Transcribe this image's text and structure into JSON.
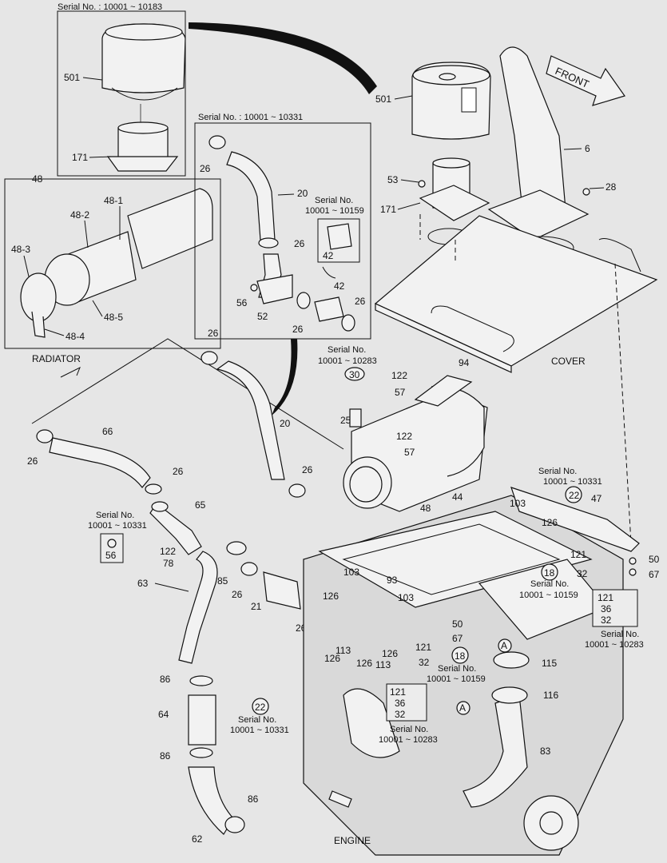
{
  "labels": {
    "serial_10183": "Serial No. : 10001 ~ 10183",
    "serial_10331_top": "Serial No. : 10001 ~ 10331",
    "serial_no": "Serial No.",
    "range_10159": "10001 ~ 10159",
    "range_10283": "10001 ~ 10283",
    "range_10331": "10001 ~ 10331",
    "front": "FRONT",
    "cover": "COVER",
    "radiator": "RADIATOR",
    "engine": "ENGINE"
  },
  "parts": {
    "p501": "501",
    "p171": "171",
    "p48": "48",
    "p48_1": "48-1",
    "p48_2": "48-2",
    "p48_3": "48-3",
    "p48_4": "48-4",
    "p48_5": "48-5",
    "p26": "26",
    "p20": "20",
    "p42": "42",
    "p52": "52",
    "p56": "56",
    "p53": "53",
    "p28": "28",
    "p6": "6",
    "p30": "30",
    "p122": "122",
    "p57": "57",
    "p94": "94",
    "p25": "25",
    "p44": "44",
    "p66": "66",
    "p65": "65",
    "p78": "78",
    "p63": "63",
    "p85": "85",
    "p21": "21",
    "p103": "103",
    "p93": "93",
    "p22": "22",
    "p47": "47",
    "p126": "126",
    "p121": "121",
    "p50": "50",
    "p67": "67",
    "p32": "32",
    "p36": "36",
    "p18": "18",
    "p113": "113",
    "p115": "115",
    "p116": "116",
    "p83": "83",
    "p86": "86",
    "p64": "64",
    "p62": "62",
    "pA": "A"
  }
}
